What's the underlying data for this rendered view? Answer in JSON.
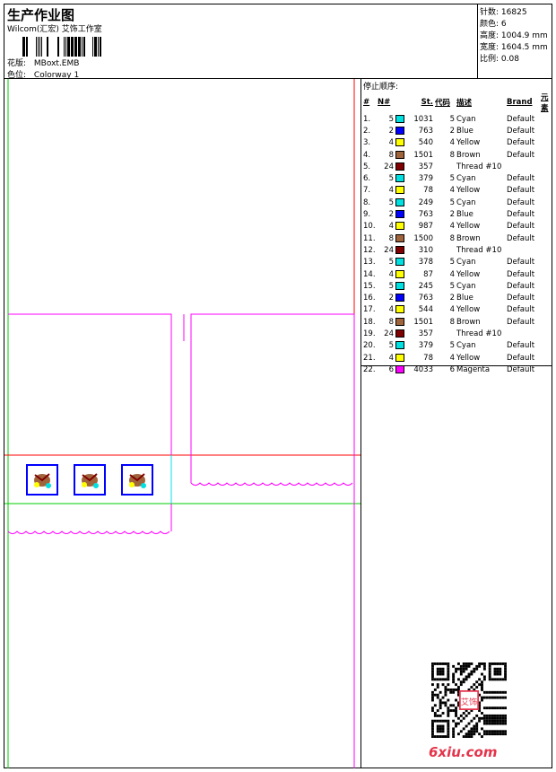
{
  "header": {
    "title": "生产作业图",
    "subtitle": "Wilcom(汇宏) 艾饰工作室",
    "design_label": "花版:",
    "design_value": "MBoxt.EMB",
    "colorway_label": "色位:",
    "colorway_value": "Colorway 1"
  },
  "stats": [
    {
      "label": "针数:",
      "value": "16825"
    },
    {
      "label": "颜色:",
      "value": "6"
    },
    {
      "label": "高度:",
      "value": "1004.9 mm"
    },
    {
      "label": "宽度:",
      "value": "1604.5 mm"
    },
    {
      "label": "比例:",
      "value": "0.08"
    }
  ],
  "sequence": {
    "title": "停止顺序:",
    "headers": [
      "#",
      "N#",
      "St.",
      "代码",
      "描述",
      "Brand",
      "元素"
    ],
    "rows": [
      {
        "idx": "1.",
        "n": "5",
        "color": "#00e0e0",
        "st": "1031",
        "code": "5",
        "desc": "Cyan",
        "brand": "Default"
      },
      {
        "idx": "2.",
        "n": "2",
        "color": "#0000ff",
        "st": "763",
        "code": "2",
        "desc": "Blue",
        "brand": "Default"
      },
      {
        "idx": "3.",
        "n": "4",
        "color": "#ffff00",
        "st": "540",
        "code": "4",
        "desc": "Yellow",
        "brand": "Default"
      },
      {
        "idx": "4.",
        "n": "8",
        "color": "#a0643c",
        "st": "1501",
        "code": "8",
        "desc": "Brown",
        "brand": "Default"
      },
      {
        "idx": "5.",
        "n": "24",
        "color": "#800000",
        "st": "357",
        "code": "",
        "desc": "Thread #10",
        "brand": ""
      },
      {
        "idx": "6.",
        "n": "5",
        "color": "#00e0e0",
        "st": "379",
        "code": "5",
        "desc": "Cyan",
        "brand": "Default"
      },
      {
        "idx": "7.",
        "n": "4",
        "color": "#ffff00",
        "st": "78",
        "code": "4",
        "desc": "Yellow",
        "brand": "Default"
      },
      {
        "idx": "8.",
        "n": "5",
        "color": "#00e0e0",
        "st": "249",
        "code": "5",
        "desc": "Cyan",
        "brand": "Default"
      },
      {
        "idx": "9.",
        "n": "2",
        "color": "#0000ff",
        "st": "763",
        "code": "2",
        "desc": "Blue",
        "brand": "Default"
      },
      {
        "idx": "10.",
        "n": "4",
        "color": "#ffff00",
        "st": "987",
        "code": "4",
        "desc": "Yellow",
        "brand": "Default"
      },
      {
        "idx": "11.",
        "n": "8",
        "color": "#a0643c",
        "st": "1500",
        "code": "8",
        "desc": "Brown",
        "brand": "Default"
      },
      {
        "idx": "12.",
        "n": "24",
        "color": "#800000",
        "st": "310",
        "code": "",
        "desc": "Thread #10",
        "brand": ""
      },
      {
        "idx": "13.",
        "n": "5",
        "color": "#00e0e0",
        "st": "378",
        "code": "5",
        "desc": "Cyan",
        "brand": "Default"
      },
      {
        "idx": "14.",
        "n": "4",
        "color": "#ffff00",
        "st": "87",
        "code": "4",
        "desc": "Yellow",
        "brand": "Default"
      },
      {
        "idx": "15.",
        "n": "5",
        "color": "#00e0e0",
        "st": "245",
        "code": "5",
        "desc": "Cyan",
        "brand": "Default"
      },
      {
        "idx": "16.",
        "n": "2",
        "color": "#0000ff",
        "st": "763",
        "code": "2",
        "desc": "Blue",
        "brand": "Default"
      },
      {
        "idx": "17.",
        "n": "4",
        "color": "#ffff00",
        "st": "544",
        "code": "4",
        "desc": "Yellow",
        "brand": "Default"
      },
      {
        "idx": "18.",
        "n": "8",
        "color": "#a0643c",
        "st": "1501",
        "code": "8",
        "desc": "Brown",
        "brand": "Default"
      },
      {
        "idx": "19.",
        "n": "24",
        "color": "#800000",
        "st": "357",
        "code": "",
        "desc": "Thread #10",
        "brand": ""
      },
      {
        "idx": "20.",
        "n": "5",
        "color": "#00e0e0",
        "st": "379",
        "code": "5",
        "desc": "Cyan",
        "brand": "Default"
      },
      {
        "idx": "21.",
        "n": "4",
        "color": "#ffff00",
        "st": "78",
        "code": "4",
        "desc": "Yellow",
        "brand": "Default"
      },
      {
        "idx": "22.",
        "n": "6",
        "color": "#ff00ff",
        "st": "4033",
        "code": "6",
        "desc": "Magenta",
        "brand": "Default"
      }
    ]
  },
  "watermark": "6xiu.com",
  "seal_text": "艾饰",
  "colors": {
    "magenta": "#ff00ff",
    "green": "#00cc00",
    "red": "#ff0000",
    "cyan": "#00e0e0",
    "blue": "#0000ff"
  }
}
